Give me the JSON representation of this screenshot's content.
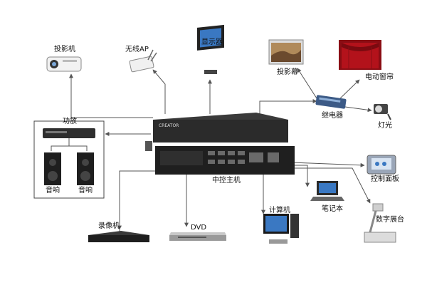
{
  "labels": {
    "projector": "投影机",
    "wireless_ap": "无线AP",
    "monitor": "显示器",
    "projection_screen": "投影幕",
    "electric_curtain": "电动窗帘",
    "relay": "继电器",
    "light": "灯光",
    "amplifier": "功放",
    "speaker_left": "音响",
    "speaker_right": "音响",
    "controller_brand": "CREATOR",
    "central_controller": "中控主机",
    "control_panel": "控制面板",
    "laptop": "笔记本",
    "computer": "计算机",
    "document_camera": "数字展台",
    "recorder": "录像机",
    "dvd": "DVD"
  },
  "colors": {
    "line": "#555555",
    "device_dark": "#2b2b2b",
    "device_light": "#e6e6e6",
    "screen_blue": "#3a78c2",
    "curtain_red": "#b3121b"
  }
}
